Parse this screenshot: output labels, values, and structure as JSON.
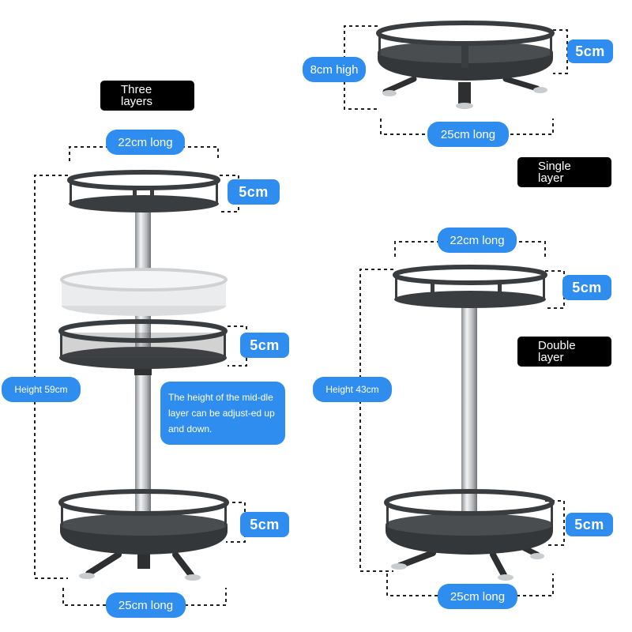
{
  "three_layer": {
    "label": "Three\nlayers",
    "top_width": "22cm long",
    "bottom_width": "25cm long",
    "height": "Height 59cm",
    "tier_heights": [
      "5cm",
      "5cm",
      "5cm"
    ],
    "note": "The height of the mid-dle layer can be adjust-ed up and down."
  },
  "single_layer": {
    "label": "Single\nlayer",
    "height": "8cm high",
    "tier_height": "5cm",
    "width": "25cm long"
  },
  "double_layer": {
    "label": "Double\nlayer",
    "top_width": "22cm long",
    "height": "Height 43cm",
    "tier_heights": [
      "5cm",
      "5cm"
    ],
    "bottom_width": "25cm long"
  },
  "colors": {
    "accent": "#2f8df0",
    "tag_bg": "#000000",
    "metal": "#3a3d40",
    "pole": "#c8cbce"
  }
}
